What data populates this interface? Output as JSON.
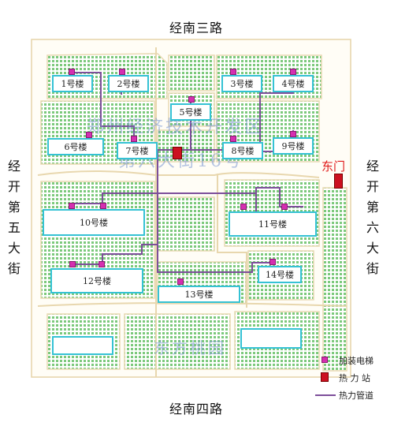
{
  "roads": {
    "north": "经南三路",
    "south": "经南四路",
    "west": "经开第五大街",
    "east": "经开第六大街"
  },
  "watermark": {
    "line1": "郑州经济技术开发区",
    "line2": "第六大街16号",
    "bottom": "东方桃园"
  },
  "buildings": [
    "1号楼",
    "2号楼",
    "3号楼",
    "4号楼",
    "5号楼",
    "6号楼",
    "7号楼",
    "8号楼",
    "9号楼",
    "10号楼",
    "11号楼",
    "12号楼",
    "13号楼",
    "14号楼"
  ],
  "east_gate": "东门",
  "legend": {
    "elevator": "加装电梯",
    "heat_station": "热 力 站",
    "heat_pipe": "热力管道"
  },
  "colors": {
    "green_area": "#7cc97c",
    "building_border": "#35c2d4",
    "road_line": "#ead9b0",
    "elevator": "#d52fb0",
    "heat_station": "#cc1020",
    "heat_pipe": "#7d4f9a"
  }
}
